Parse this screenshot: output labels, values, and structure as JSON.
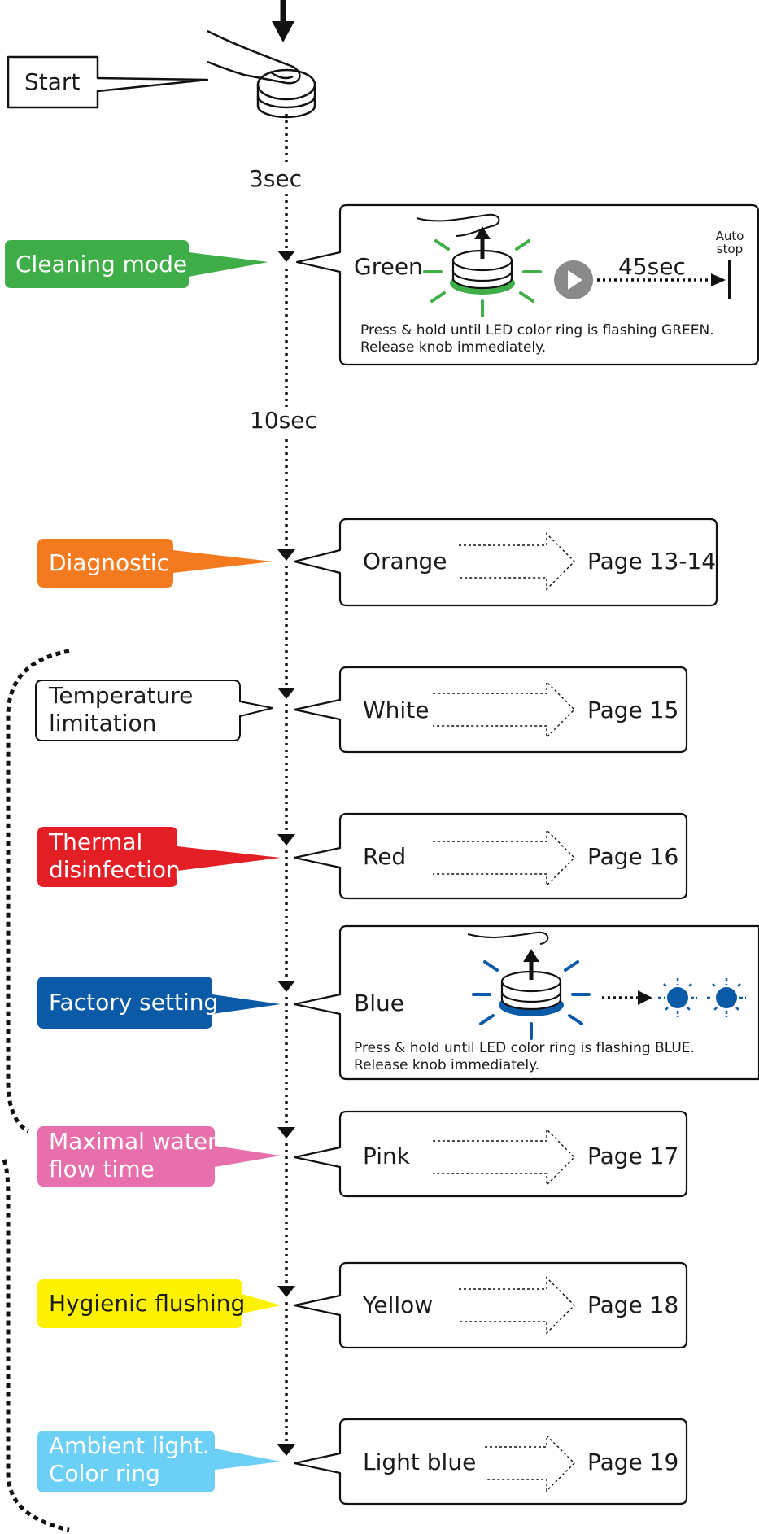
{
  "start_label": "Start",
  "timers": {
    "first": "3sec",
    "second": "10sec",
    "auto_duration": "45sec",
    "auto_stop": "Auto\nstop"
  },
  "modes": [
    {
      "label": "Cleaning mode",
      "color": "#3fae49",
      "led": "Green",
      "note": "Press & hold until LED color ring is flashing GREEN.\nRelease knob immediately."
    },
    {
      "label": "Diagnostic",
      "color": "#f47a20",
      "led": "Orange",
      "page": "Page 13-14"
    },
    {
      "label": "Temperature\nlimitation",
      "color": "#ffffff",
      "led": "White",
      "page": "Page 15"
    },
    {
      "label": "Thermal\ndisinfection",
      "color": "#e41e25",
      "led": "Red",
      "page": "Page 16"
    },
    {
      "label": "Factory setting",
      "color": "#0a5aa8",
      "led": "Blue",
      "note": "Press & hold until LED color ring is flashing BLUE.\nRelease knob immediately."
    },
    {
      "label": "Maximal water\nflow time",
      "color": "#e66fac",
      "led": "Pink",
      "page": "Page 17"
    },
    {
      "label": "Hygienic flushing",
      "color": "#fff200",
      "led": "Yellow",
      "page": "Page 18"
    },
    {
      "label": "Ambient light.\nColor ring",
      "color": "#6ccff6",
      "led": "Light blue",
      "page": "Page 19"
    }
  ]
}
